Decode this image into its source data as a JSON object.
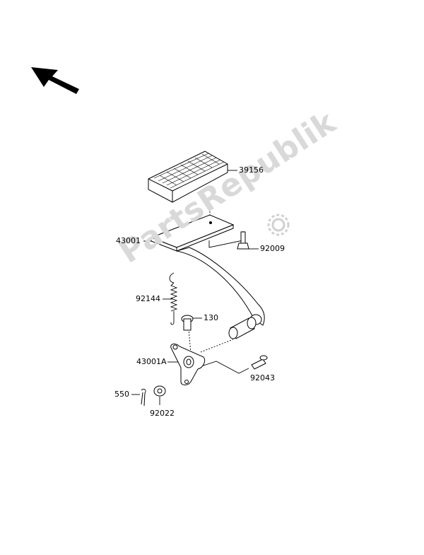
{
  "diagram": {
    "watermark": "PartsRepublik",
    "labels": {
      "p39156": "39156",
      "p43001": "43001",
      "p92009": "92009",
      "p92144": "92144",
      "p130": "130",
      "p43001A": "43001A",
      "p92043": "92043",
      "p550": "550",
      "p92022": "92022"
    },
    "icons": {
      "direction": "front-arrow-icon",
      "watermark_logo": "gear-icon"
    }
  }
}
